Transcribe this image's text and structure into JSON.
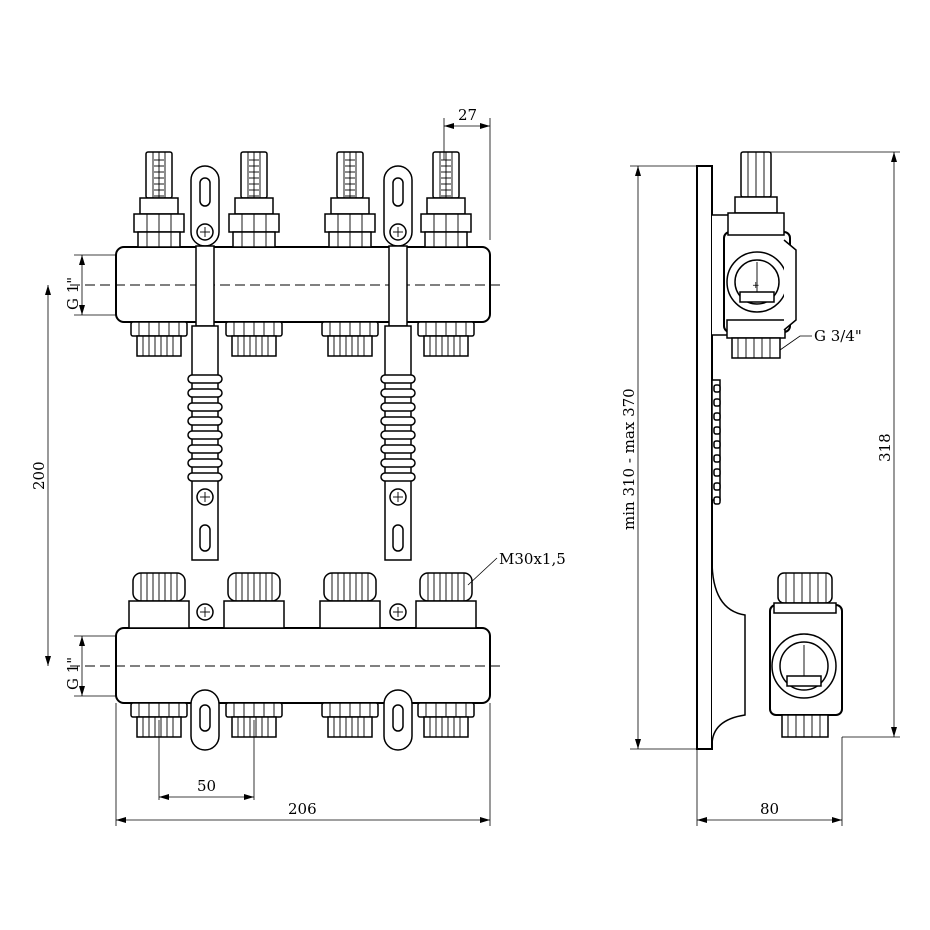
{
  "dimensions": {
    "pitch_top": "27",
    "inlet_thread_top": "G 1\"",
    "inlet_thread_bottom": "G 1\"",
    "header_spacing": "200",
    "outlet_spacing": "50",
    "overall_width": "206",
    "valve_thread": "M30x1,5",
    "bracket_range": "min 310 - max 370",
    "outlet_thread": "G 3/4\"",
    "overall_height": "318",
    "depth": "80"
  }
}
